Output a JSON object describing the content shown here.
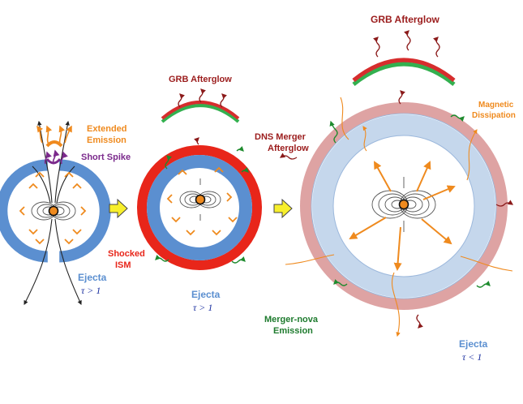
{
  "colors": {
    "ejecta_blue": "#5b8fd0",
    "light_blue": "#c5d7ec",
    "shocked_red": "#e8261a",
    "faded_red": "#dea3a3",
    "afterglow_red": "#d62d2d",
    "afterglow_green": "#33b04f",
    "orange": "#ef8a1e",
    "purple": "#7b2a8c",
    "dark_red_text": "#9b1c1c",
    "green_text": "#1e7b2e",
    "yellow_arrow": "#f7ef2c"
  },
  "panel1": {
    "extended_emission": [
      "Extended",
      "Emission"
    ],
    "short_spike": "Short Spike",
    "ejecta": "Ejecta",
    "tau": "τ > 1"
  },
  "panel2": {
    "grb_afterglow": "GRB Afterglow",
    "shocked_ism": [
      "Shocked",
      "ISM"
    ],
    "ejecta": "Ejecta",
    "tau": "τ > 1"
  },
  "panel3": {
    "grb_afterglow": "GRB Afterglow",
    "dns_merger_afterglow": [
      "DNS Merger",
      "Afterglow"
    ],
    "magnetic_dissipation": [
      "Magnetic",
      "Dissipation"
    ],
    "merger_nova_emission": [
      "Merger-nova",
      "Emission"
    ],
    "ejecta": "Ejecta",
    "tau": "τ < 1"
  }
}
